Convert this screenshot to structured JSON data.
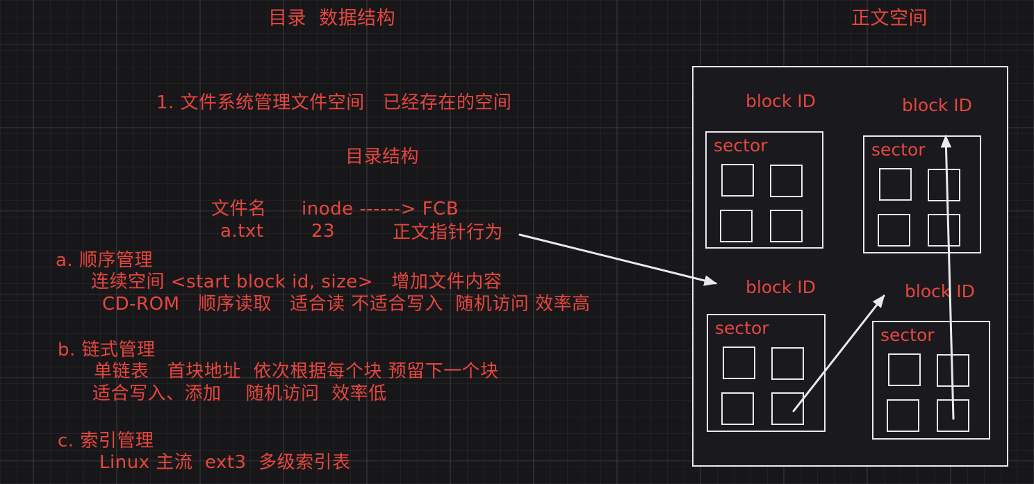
{
  "titles": {
    "left": "目录  数据结构",
    "right": "正文空间"
  },
  "notes": {
    "intro": "1. 文件系统管理文件空间   已经存在的空间",
    "dir_structure": "目录结构",
    "table": {
      "header_name": "文件名",
      "header_inode": "inode ------> FCB",
      "row_name": "a.txt",
      "row_inode": "23",
      "row_note": "正文指针行为"
    },
    "sections": [
      {
        "title": "a. 顺序管理",
        "line1": "连续空间 <start block id, size>   增加文件内容",
        "line2": "CD-ROM   顺序读取   适合读 不适合写入  随机访问 效率高"
      },
      {
        "title": "b. 链式管理",
        "line1": "单链表   首块地址  依次根据每个块 预留下一个块",
        "line2": "适合写入、添加    随机访问  效率低"
      },
      {
        "title": "c. 索引管理",
        "line1": "Linux 主流  ext3  多级索引表"
      }
    ]
  },
  "diagram": {
    "blocks": [
      {
        "id_label": "block ID",
        "sector_label": "sector"
      },
      {
        "id_label": "block ID",
        "sector_label": "sector"
      },
      {
        "id_label": "block ID",
        "sector_label": "sector"
      },
      {
        "id_label": "block ID",
        "sector_label": "sector"
      }
    ]
  },
  "colors": {
    "ink_red": "#e7463d",
    "stroke_white": "#e9e9e9",
    "background": "#17171a"
  }
}
